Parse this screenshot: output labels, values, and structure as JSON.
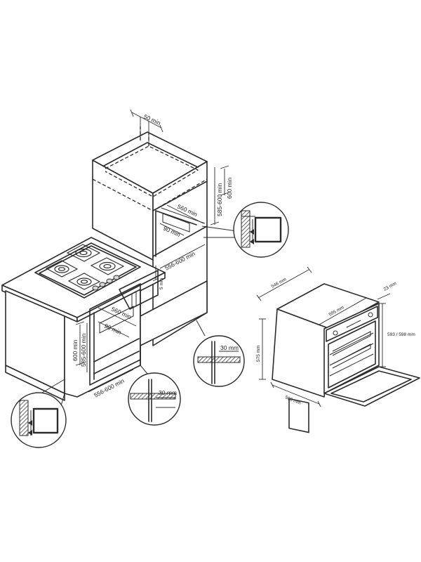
{
  "dimensions": {
    "top_gap": "50 min",
    "upper_height": "600 min",
    "upper_range": "585-600 min",
    "upper_depth": "560 min",
    "upper_vent": "90 min",
    "upper_width": "556-600 min",
    "hob_gap": "5 mm",
    "lower_depth": "560 min",
    "lower_vent": "90 min",
    "lower_height": "600 min",
    "lower_range": "585-600 min",
    "lower_width": "556-600 min",
    "detail_right": "30 mm",
    "detail_lower": "30 mm"
  },
  "oven": {
    "depth_top": "546 mm",
    "width_front": "595 mm",
    "door_depth": "23 mm",
    "height_total": "593 / 598 mm",
    "height_body": "575 mm",
    "width_bottom": "560 mm"
  }
}
